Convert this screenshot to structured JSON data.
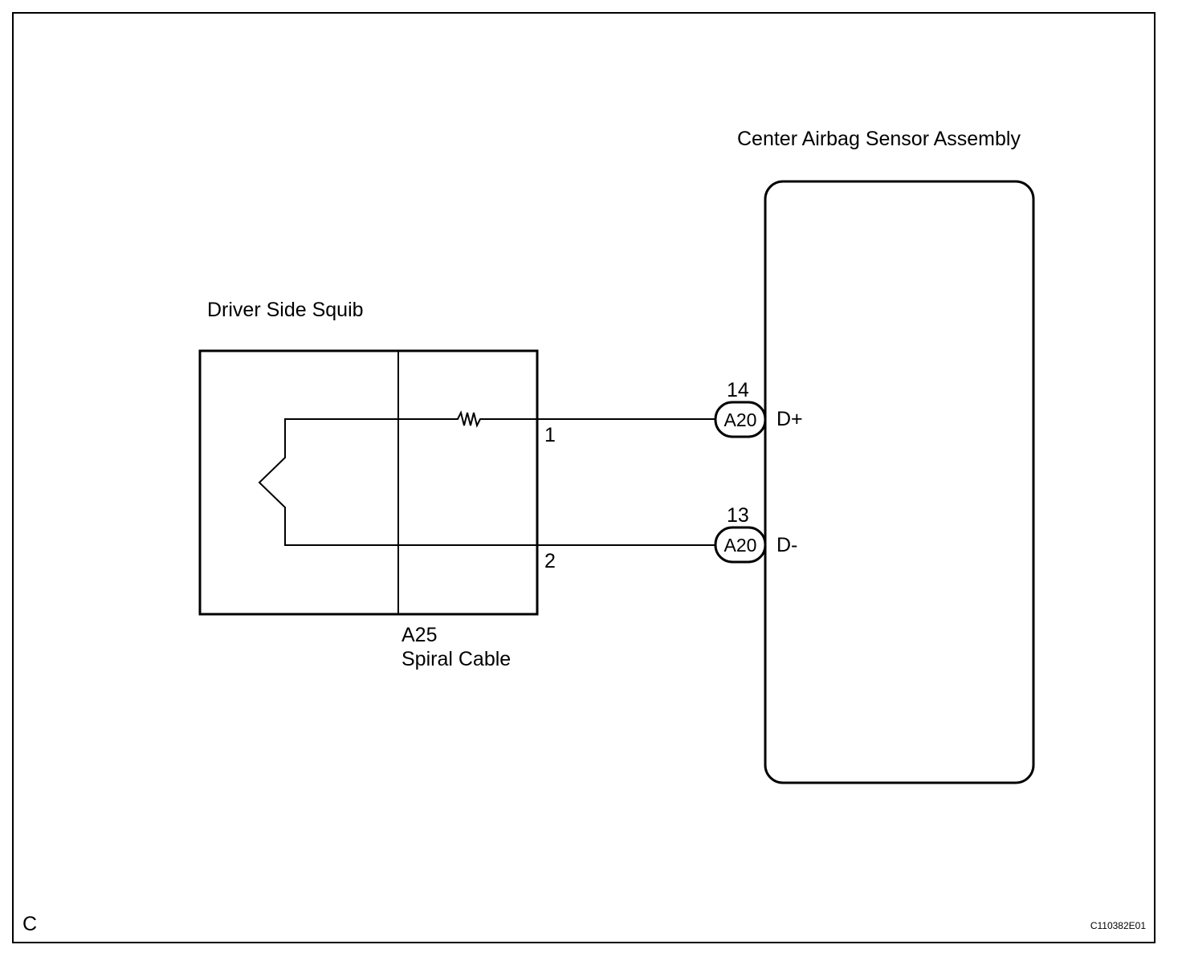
{
  "corner_letter": "C",
  "figure_code": "C110382E01",
  "components": {
    "squib": {
      "label": "Driver Side Squib"
    },
    "spiral_cable": {
      "connector": "A25",
      "label": "Spiral Cable"
    },
    "sensor": {
      "label": "Center Airbag Sensor Assembly"
    }
  },
  "circuits": [
    {
      "spiral_pin": "1",
      "sensor_pin_number": "14",
      "connector": "A20",
      "terminal": "D+"
    },
    {
      "spiral_pin": "2",
      "sensor_pin_number": "13",
      "connector": "A20",
      "terminal": "D-"
    }
  ]
}
